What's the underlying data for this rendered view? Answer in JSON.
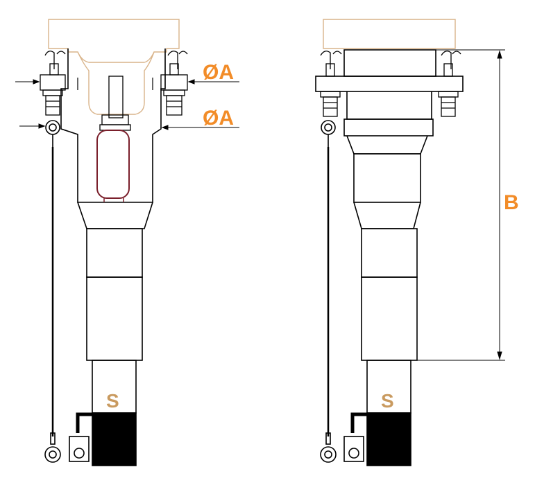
{
  "labels": {
    "dia_a": "ØA",
    "height_b": "B",
    "section_s": "S"
  },
  "colors": {
    "line": "#000000",
    "accent": "#f28c28",
    "housing": "#d9b48a",
    "insulator": "#7a1f2b",
    "fill_black": "#000000"
  }
}
